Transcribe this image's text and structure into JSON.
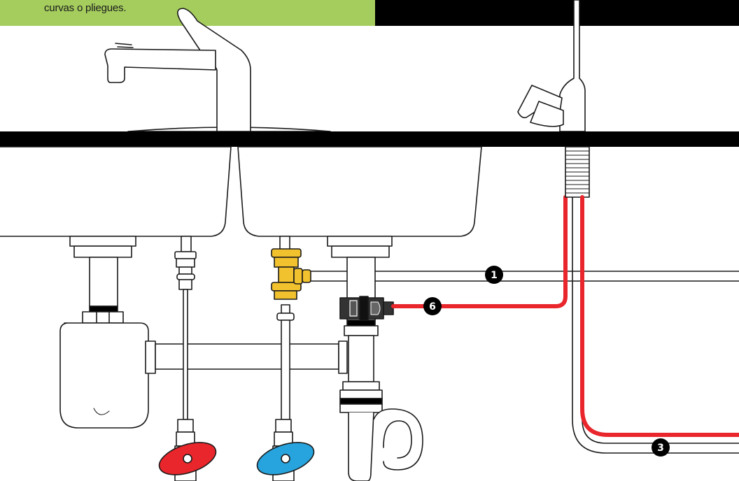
{
  "note": {
    "text": "curvas o pliegues.",
    "background": "#a5cd5e"
  },
  "callouts": [
    {
      "id": "line-1",
      "label": "1"
    },
    {
      "id": "line-6",
      "label": "6"
    },
    {
      "id": "line-3",
      "label": "3"
    }
  ],
  "colors": {
    "countertop": "#000000",
    "drain_tubing": "#e8262b",
    "feed_valve": "#f2c12e",
    "hot_valve_handle": "#e8262b",
    "cold_valve_handle": "#27a4dd",
    "drain_saddle": "#333333"
  },
  "icons": {
    "faucet": "kitchen-faucet-icon",
    "ro_faucet": "ro-faucet-icon"
  }
}
